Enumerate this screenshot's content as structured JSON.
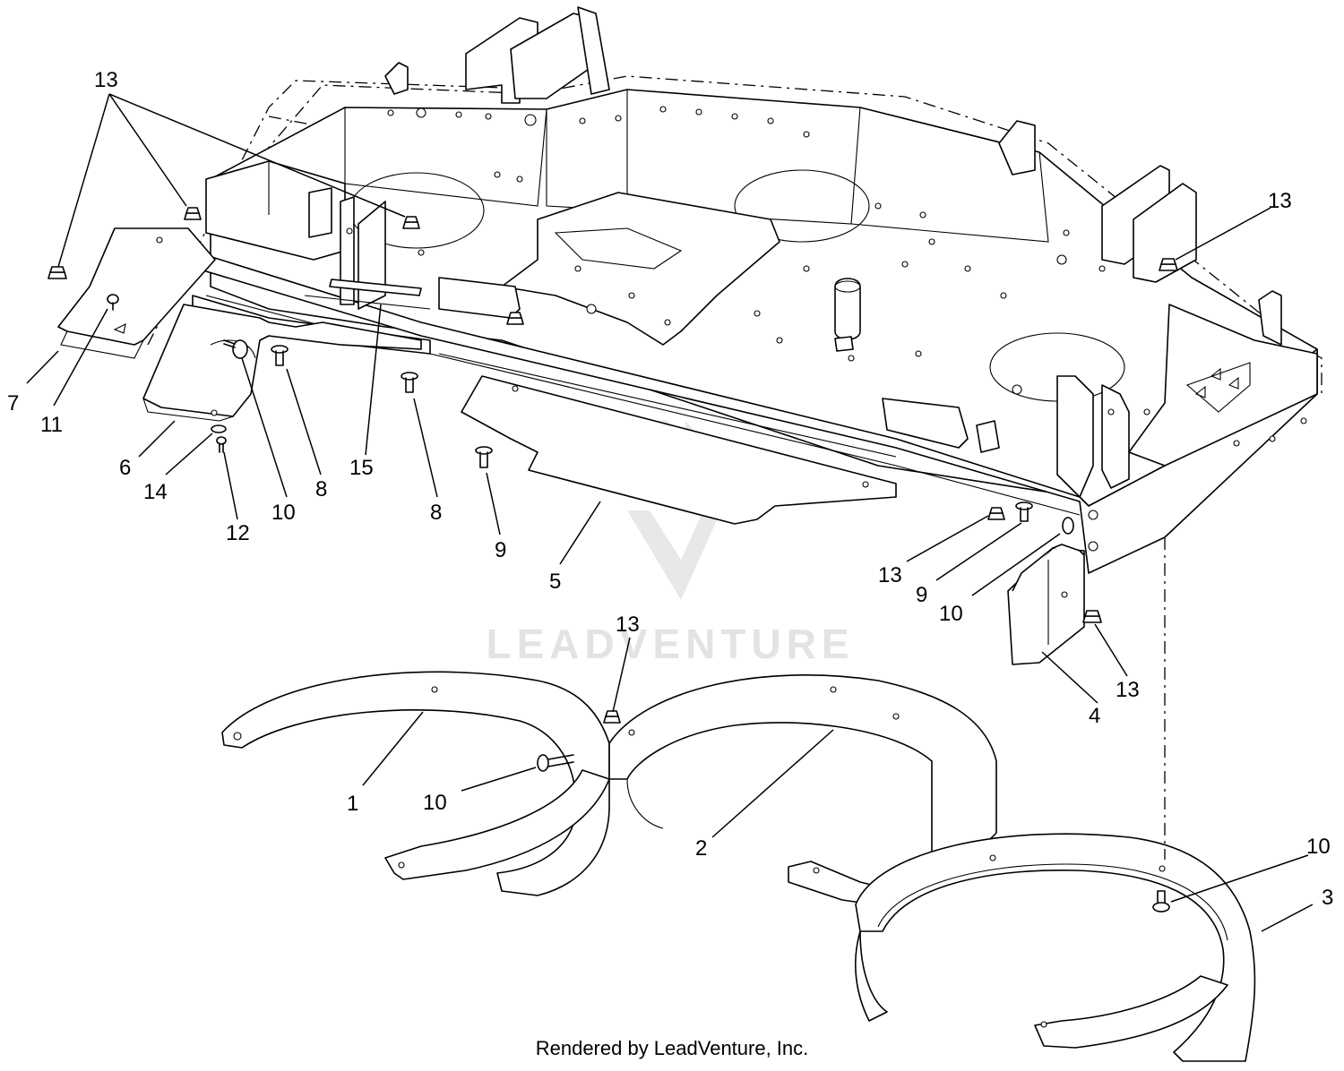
{
  "watermark": {
    "brand": "LEADVENTURE",
    "color": "#e3e3e3"
  },
  "credit": "Rendered by LeadVenture, Inc.",
  "callouts": [
    {
      "id": "c13a",
      "label": "13"
    },
    {
      "id": "c13b",
      "label": "13"
    },
    {
      "id": "c13c",
      "label": "13"
    },
    {
      "id": "c13d",
      "label": "13"
    },
    {
      "id": "c13e",
      "label": "13"
    },
    {
      "id": "c13f",
      "label": "13"
    },
    {
      "id": "c7",
      "label": "7"
    },
    {
      "id": "c11",
      "label": "11"
    },
    {
      "id": "c6",
      "label": "6"
    },
    {
      "id": "c14",
      "label": "14"
    },
    {
      "id": "c12",
      "label": "12"
    },
    {
      "id": "c10a",
      "label": "10"
    },
    {
      "id": "c8a",
      "label": "8"
    },
    {
      "id": "c15",
      "label": "15"
    },
    {
      "id": "c8b",
      "label": "8"
    },
    {
      "id": "c9a",
      "label": "9"
    },
    {
      "id": "c5",
      "label": "5"
    },
    {
      "id": "c9b",
      "label": "9"
    },
    {
      "id": "c10b",
      "label": "10"
    },
    {
      "id": "c4",
      "label": "4"
    },
    {
      "id": "c1",
      "label": "1"
    },
    {
      "id": "c10c",
      "label": "10"
    },
    {
      "id": "c2",
      "label": "2"
    },
    {
      "id": "c10d",
      "label": "10"
    },
    {
      "id": "c3",
      "label": "3"
    }
  ]
}
